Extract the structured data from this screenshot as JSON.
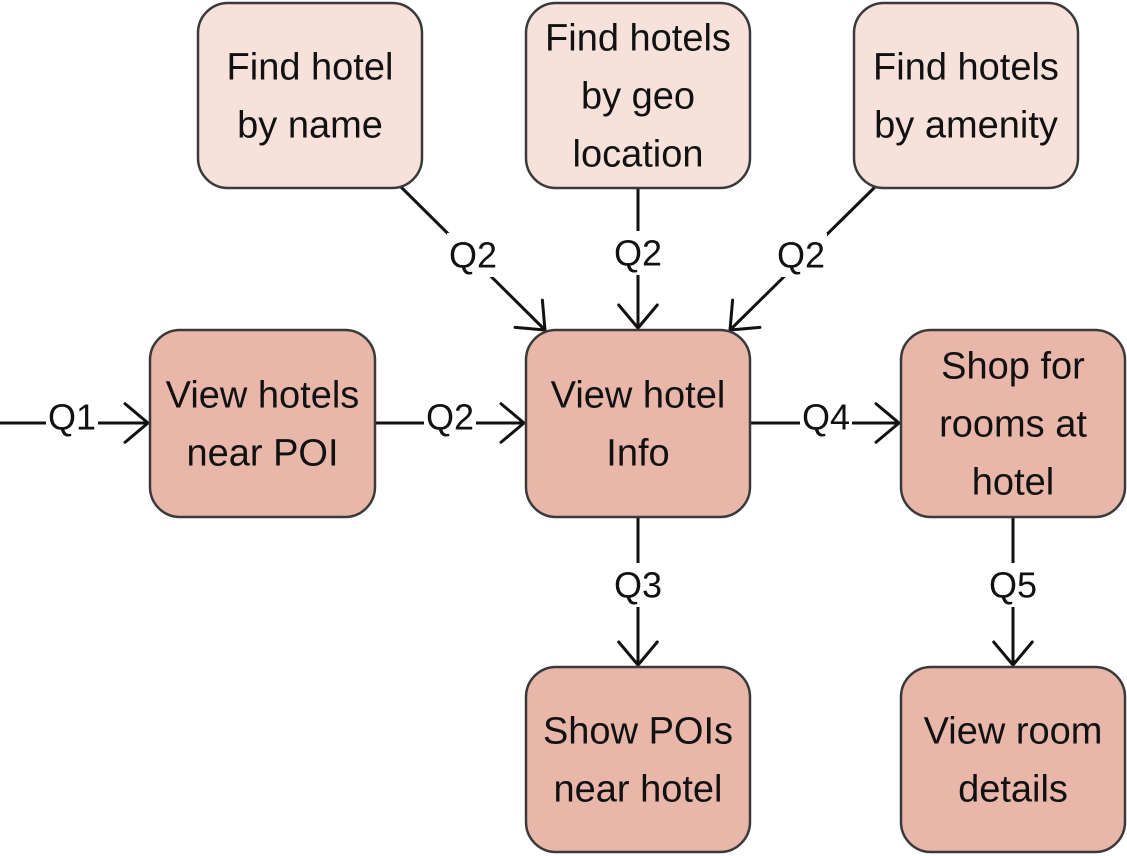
{
  "nodes": [
    {
      "id": "find-hotel-by-name",
      "style": "light",
      "lines": [
        "Find hotel",
        "by name"
      ]
    },
    {
      "id": "find-hotels-by-geo-location",
      "style": "light",
      "lines": [
        "Find hotels",
        "by geo",
        "location"
      ]
    },
    {
      "id": "find-hotels-by-amenity",
      "style": "light",
      "lines": [
        "Find hotels",
        "by amenity"
      ]
    },
    {
      "id": "view-hotels-near-poi",
      "style": "dark",
      "lines": [
        "View hotels",
        "near POI"
      ]
    },
    {
      "id": "view-hotel-info",
      "style": "dark",
      "lines": [
        "View hotel",
        "Info"
      ]
    },
    {
      "id": "shop-for-rooms-at-hotel",
      "style": "dark",
      "lines": [
        "Shop for",
        "rooms at",
        "hotel"
      ]
    },
    {
      "id": "show-pois-near-hotel",
      "style": "dark",
      "lines": [
        "Show POIs",
        "near hotel"
      ]
    },
    {
      "id": "view-room-details",
      "style": "dark",
      "lines": [
        "View room",
        "details"
      ]
    }
  ],
  "edges": [
    {
      "id": "entry-q1",
      "from": null,
      "to": "view-hotels-near-poi",
      "label": "Q1"
    },
    {
      "id": "name-q2",
      "from": "find-hotel-by-name",
      "to": "view-hotel-info",
      "label": "Q2"
    },
    {
      "id": "geo-q2",
      "from": "find-hotels-by-geo-location",
      "to": "view-hotel-info",
      "label": "Q2"
    },
    {
      "id": "amenity-q2",
      "from": "find-hotels-by-amenity",
      "to": "view-hotel-info",
      "label": "Q2"
    },
    {
      "id": "poi-q2",
      "from": "view-hotels-near-poi",
      "to": "view-hotel-info",
      "label": "Q2"
    },
    {
      "id": "info-q4",
      "from": "view-hotel-info",
      "to": "shop-for-rooms-at-hotel",
      "label": "Q4"
    },
    {
      "id": "info-q3",
      "from": "view-hotel-info",
      "to": "show-pois-near-hotel",
      "label": "Q3"
    },
    {
      "id": "shop-q5",
      "from": "shop-for-rooms-at-hotel",
      "to": "view-room-details",
      "label": "Q5"
    }
  ],
  "colors": {
    "light_fill": "#f7e1db",
    "dark_fill": "#e8b7aa",
    "stroke": "#3a3a3a",
    "ink": "#111111"
  }
}
